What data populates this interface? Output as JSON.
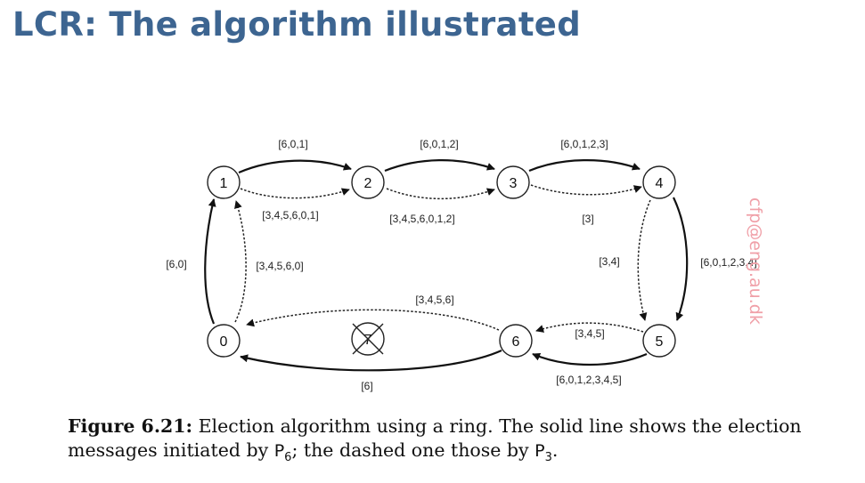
{
  "title": "LCR: The algorithm illustrated",
  "diagram": {
    "nodes": [
      "0",
      "1",
      "2",
      "3",
      "4",
      "5",
      "6",
      "7"
    ],
    "crashed_node": "7",
    "solid_labels": {
      "e0_1": "[6,0]",
      "e1_2": "[6,0,1]",
      "e2_3": "[6,0,1,2]",
      "e3_4": "[6,0,1,2,3]",
      "e4_5": "[6,0,1,2,3,4]",
      "e5_6": "[6,0,1,2,3,4,5]",
      "e6_0": "[6]"
    },
    "dashed_labels": {
      "e3_4": "[3]",
      "e4_5": "[3,4]",
      "e5_6": "[3,4,5]",
      "e6_0": "[3,4,5,6]",
      "e0_1": "[3,4,5,6,0]",
      "e1_2": "[3,4,5,6,0,1]",
      "e2_3": "[3,4,5,6,0,1,2]"
    },
    "watermark": "cfp@eng.au.dk"
  },
  "caption": {
    "label": "Figure 6.21:",
    "text_line1": " Election algorithm using a ring. The solid line shows the election",
    "text_line2_a": "messages initiated by ",
    "p6": "P",
    "p6_sub": "6",
    "text_line2_b": "; the dashed one those by ",
    "p3": "P",
    "p3_sub": "3",
    "text_line2_c": "."
  }
}
